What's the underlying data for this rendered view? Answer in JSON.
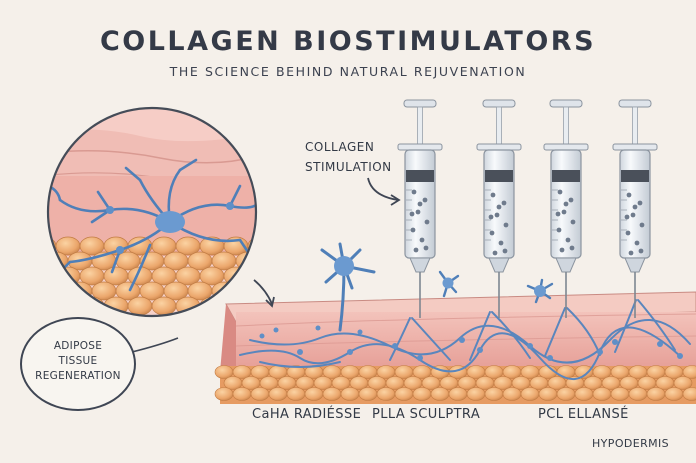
{
  "header": {
    "title": "COLLAGEN BIOSTIMULATORS",
    "subtitle": "THE SCIENCE BEHIND NATURAL REJUVENATION"
  },
  "callouts": {
    "stimulation_line1": "COLLAGEN",
    "stimulation_line2": "STIMULATION",
    "adipose_line1": "ADIPOSE",
    "adipose_line2": "TISSUE",
    "adipose_line3": "REGENERATION"
  },
  "products": {
    "caha": "CaHA RADIÉSSE",
    "plla": "PLLA SCULPTRA",
    "pcl": "PCL ELLANSÉ"
  },
  "layers": {
    "hypodermis": "HYPODERMIS"
  },
  "colors": {
    "background": "#f5f0ea",
    "skin": "#e8a7a0",
    "fat": "#eeb27a",
    "fibroblast": "#5f8fc7",
    "syringe_body": "#eef2f6",
    "text": "#343a47"
  }
}
